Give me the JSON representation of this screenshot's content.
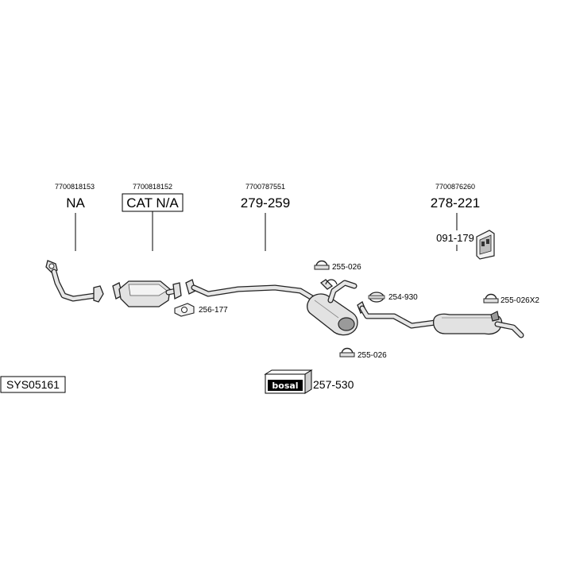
{
  "parts": {
    "na": {
      "ref": "7700818153",
      "code": "NA"
    },
    "cat": {
      "ref": "7700818152",
      "code": "CAT N/A"
    },
    "middle_pipe": {
      "ref": "7700787551",
      "code": "279-259"
    },
    "rear_silencer": {
      "ref": "7700876260",
      "code": "278-221"
    },
    "mounting_kit": {
      "code": "091-179"
    }
  },
  "fittings": {
    "clamp_upper": "255-026",
    "clamp_lower": "255-026",
    "clamp_mid": "254-930",
    "clamp_rear": "255-026X2",
    "gasket": "256-177"
  },
  "system_code": "SYS05161",
  "brand": {
    "logo_text": "bosal",
    "code": "257-530"
  }
}
